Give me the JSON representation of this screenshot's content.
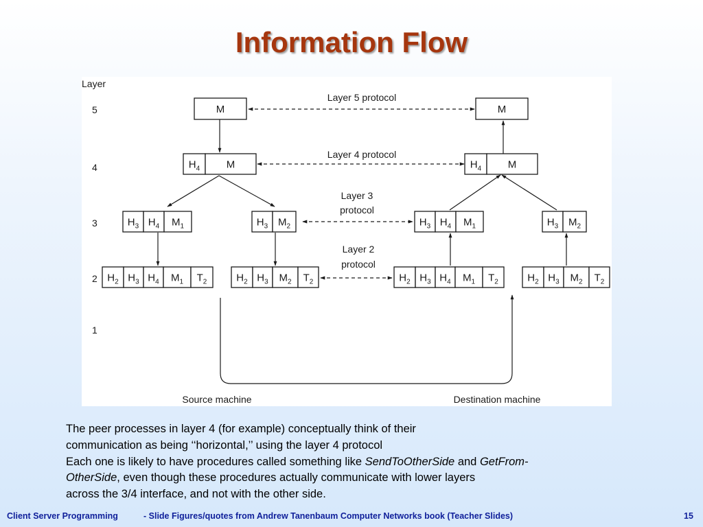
{
  "slide": {
    "title": "Information Flow",
    "footer": {
      "course": "Client Server Programming",
      "source": "- Slide Figures/quotes from Andrew  Tanenbaum Computer  Networks book (Teacher  Slides)",
      "page_number": "15"
    }
  },
  "figure": {
    "axis_label": "Layer",
    "layers": [
      "5",
      "4",
      "3",
      "2",
      "1"
    ],
    "protocols": {
      "layer5": "Layer 5 protocol",
      "layer4": "Layer 4 protocol",
      "layer3": [
        "Layer 3",
        "protocol"
      ],
      "layer2": [
        "Layer 2",
        "protocol"
      ]
    },
    "machines": {
      "source": "Source machine",
      "destination": "Destination machine"
    },
    "cells": {
      "M": "M",
      "H4": "H",
      "H3": "H",
      "H2": "H",
      "M1": "M",
      "M2": "M",
      "T2": "T",
      "sub4": "4",
      "sub3": "3",
      "sub2": "2",
      "sub1": "1"
    }
  },
  "body": {
    "line1": "The peer processes in layer 4 (for example) conceptually think of their",
    "line2": "communication as being ‘‘horizontal,’’ using the layer 4 protocol",
    "line3_prefix": "Each one is likely to have procedures called something like ",
    "send_proc": "SendToOtherSide",
    "and_word": " and ",
    "get_proc_part1": "GetFrom-",
    "get_proc_part2": "OtherSide",
    "line4_suffix": ", even though these procedures actually communicate with lower layers",
    "line5": "across the 3/4 interface, and not with the other side."
  }
}
